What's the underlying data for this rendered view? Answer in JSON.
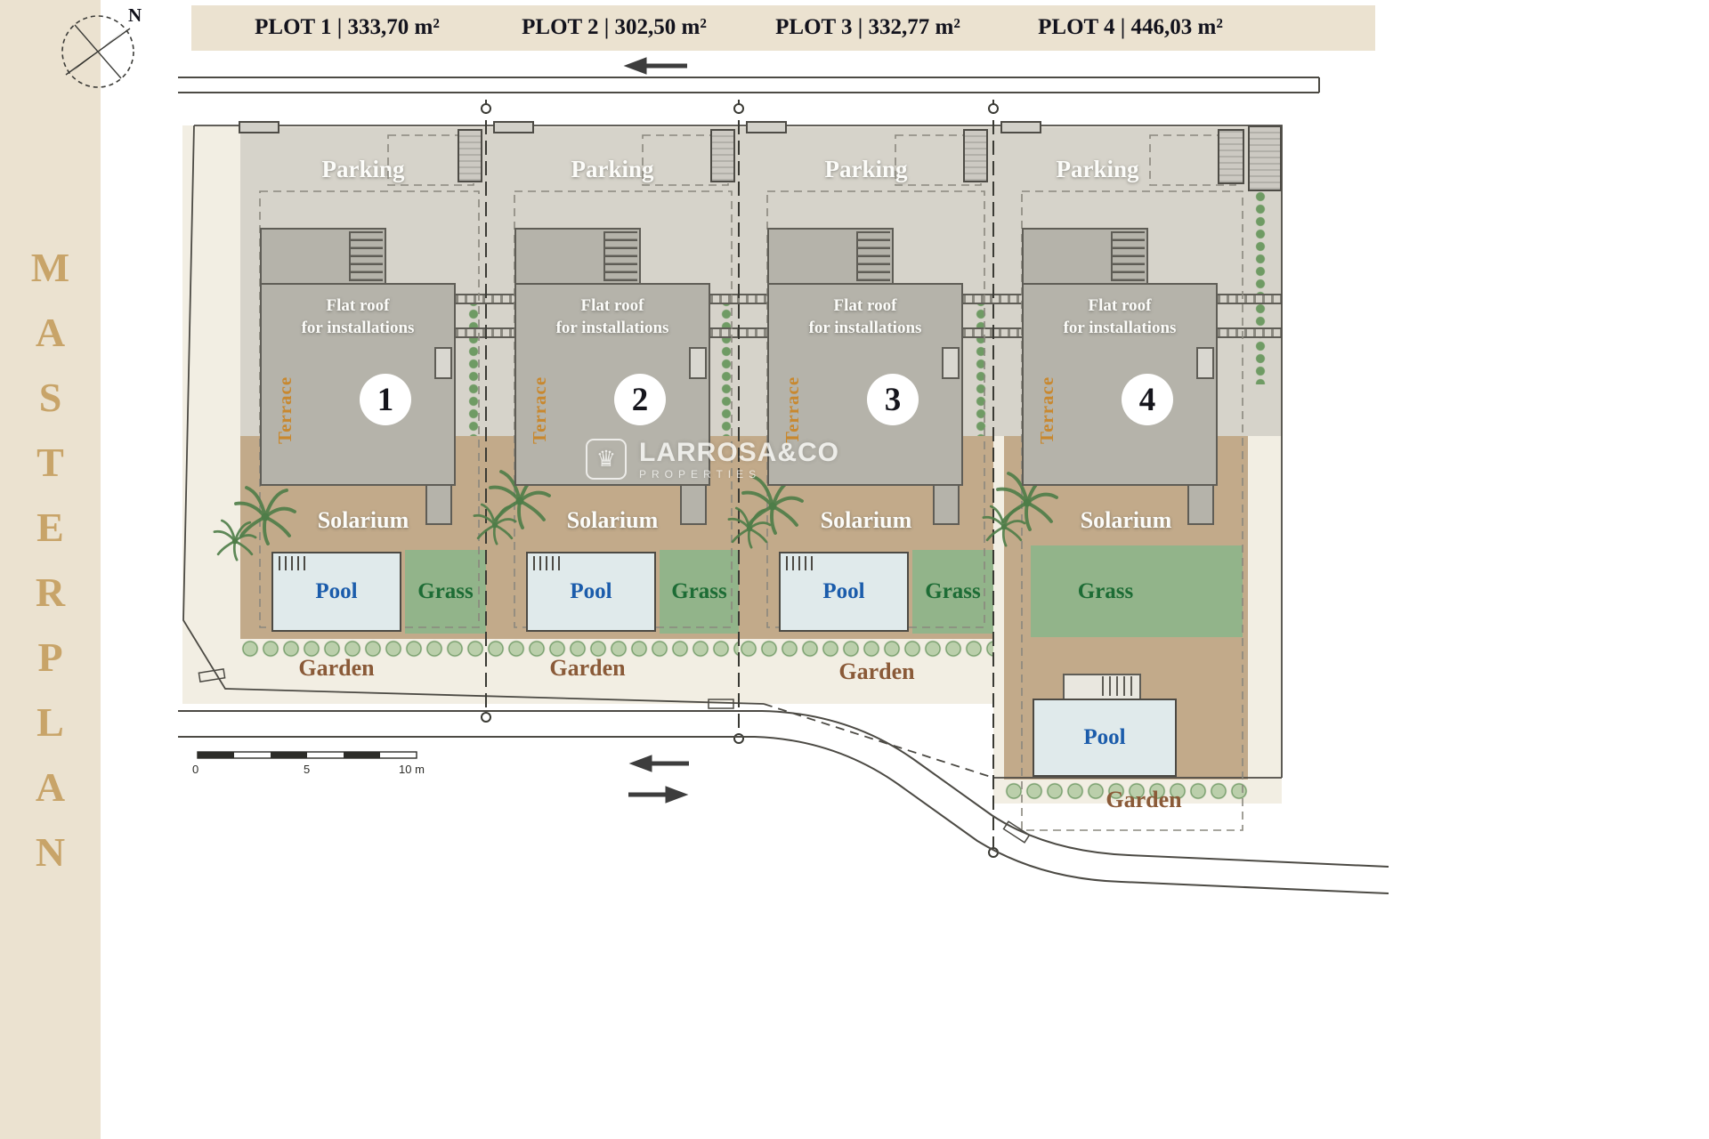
{
  "sidebar": {
    "title": "MASTERPLAN"
  },
  "compass": {
    "north": "N"
  },
  "plots": [
    {
      "number": "1",
      "header": "PLOT 1 | 333,70 m²"
    },
    {
      "number": "2",
      "header": "PLOT 2 | 302,50 m²"
    },
    {
      "number": "3",
      "header": "PLOT 3 | 332,77 m²"
    },
    {
      "number": "4",
      "header": "PLOT 4 | 446,03 m²"
    }
  ],
  "labels": {
    "parking": "Parking",
    "flat_roof_1": "Flat roof",
    "flat_roof_2": "for installations",
    "terrace": "Terrace",
    "solarium": "Solarium",
    "pool": "Pool",
    "grass": "Grass",
    "garden": "Garden"
  },
  "watermark": {
    "name": "LARROSA&CO",
    "sub": "PROPERTIES"
  },
  "scale": {
    "start": "0",
    "mid": "5",
    "end": "10 m"
  },
  "colors": {
    "cream": "#ebe2d0",
    "site": "#f2eee3",
    "parking_gray": "#d6d3ca",
    "building_gray": "#b5b3aa",
    "building_border": "#5f5d56",
    "solarium_tan": "#c2aa8a",
    "pool_fill": "#e0eaeb",
    "pool_text": "#1b5cab",
    "grass_green": "#92b48a",
    "grass_text": "#1d6c35",
    "garden_text": "#8a5a38",
    "terrace_text": "#c8882f",
    "masterplan_gold": "#c8a469",
    "line": "#4c4a44"
  }
}
